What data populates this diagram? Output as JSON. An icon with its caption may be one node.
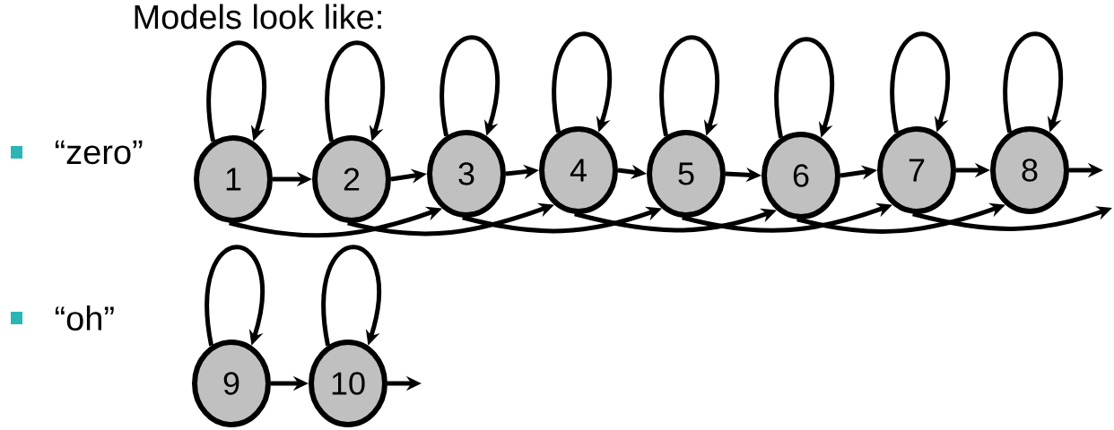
{
  "diagram": {
    "title": "Models look like:",
    "nodes": [
      {
        "text": [
          "1"
        ]
      },
      {
        "text": [
          "2"
        ]
      },
      {
        "text": [
          "3"
        ]
      },
      {
        "text": [
          "4"
        ]
      },
      {
        "text": [
          "5"
        ]
      },
      {
        "text": [
          "6"
        ]
      },
      {
        "text": [
          "7"
        ]
      },
      {
        "text": [
          "8"
        ]
      },
      {
        "text": [
          "9"
        ]
      },
      {
        "text": [
          "10"
        ]
      }
    ],
    "edges": [
      {
        "from": 0,
        "to": 0,
        "arrow": "to"
      },
      {
        "from": 1,
        "to": 1,
        "arrow": "to"
      },
      {
        "from": 2,
        "to": 2,
        "arrow": "to"
      },
      {
        "from": 3,
        "to": 3,
        "arrow": "to"
      },
      {
        "from": 4,
        "to": 4,
        "arrow": "to"
      },
      {
        "from": 5,
        "to": 5,
        "arrow": "to"
      },
      {
        "from": 6,
        "to": 6,
        "arrow": "to"
      },
      {
        "from": 7,
        "to": 7,
        "arrow": "to"
      },
      {
        "from": 0,
        "to": 1,
        "arrow": "to"
      },
      {
        "from": 1,
        "to": 2,
        "arrow": "to"
      },
      {
        "from": 2,
        "to": 3,
        "arrow": "to"
      },
      {
        "from": 3,
        "to": 4,
        "arrow": "to"
      },
      {
        "from": 4,
        "to": 5,
        "arrow": "to"
      },
      {
        "from": 5,
        "to": 6,
        "arrow": "to"
      },
      {
        "from": 6,
        "to": 7,
        "arrow": "to"
      },
      {
        "from": 7,
        "to": null,
        "arrow": "to"
      },
      {
        "from": 0,
        "to": 2,
        "arrow": "to"
      },
      {
        "from": 1,
        "to": 3,
        "arrow": "to"
      },
      {
        "from": 2,
        "to": 4,
        "arrow": "to"
      },
      {
        "from": 3,
        "to": 5,
        "arrow": "to"
      },
      {
        "from": 4,
        "to": 6,
        "arrow": "to"
      },
      {
        "from": 5,
        "to": 7,
        "arrow": "to"
      },
      {
        "from": 6,
        "to": null,
        "arrow": "to"
      },
      {
        "from": 8,
        "to": 8,
        "arrow": "to"
      },
      {
        "from": 9,
        "to": 9,
        "arrow": "to"
      },
      {
        "from": 8,
        "to": 9,
        "arrow": "to"
      },
      {
        "from": 9,
        "to": null,
        "arrow": "to"
      }
    ],
    "labels": [
      "“zero”",
      "“oh”"
    ]
  }
}
